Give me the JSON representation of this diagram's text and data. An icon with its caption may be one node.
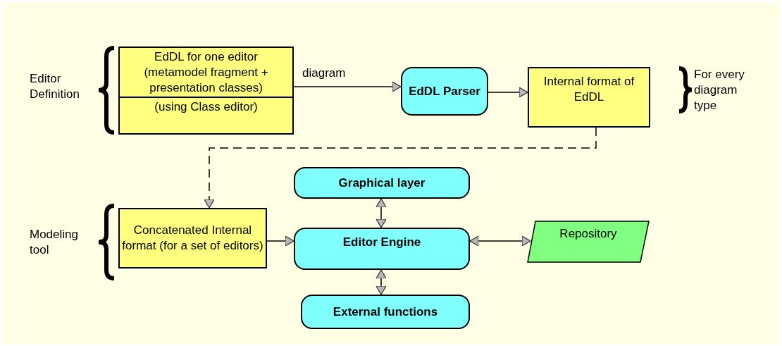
{
  "diagram": {
    "nodes": [
      {
        "text": [
          "EdDL for one editor (metamodel fragment + presentation classes)",
          "(using Class editor)"
        ]
      },
      {
        "text": [
          "EdDL Parser"
        ]
      },
      {
        "text": [
          "Internal format of EdDL"
        ]
      },
      {
        "text": [
          "Concatenated Internal format (for a set of editors)"
        ]
      },
      {
        "text": [
          "Graphical layer"
        ]
      },
      {
        "text": [
          "Editor Engine"
        ]
      },
      {
        "text": [
          "Repository"
        ]
      },
      {
        "text": [
          "External functions"
        ]
      }
    ],
    "edges": [
      {
        "from": 0,
        "to": 1,
        "arrow": "to",
        "label": "diagram"
      },
      {
        "from": 1,
        "to": 2,
        "arrow": "to"
      },
      {
        "from": 2,
        "to": 3,
        "arrow": "to",
        "style": "dashed"
      },
      {
        "from": 3,
        "to": 5,
        "arrow": "to"
      },
      {
        "from": 4,
        "to": 5,
        "arrow": "both"
      },
      {
        "from": 5,
        "to": 6,
        "arrow": "both"
      },
      {
        "from": 5,
        "to": 7,
        "arrow": "both"
      }
    ],
    "labels": [
      "Editor Definition",
      "For every diagram type",
      "Modeling tool"
    ]
  }
}
